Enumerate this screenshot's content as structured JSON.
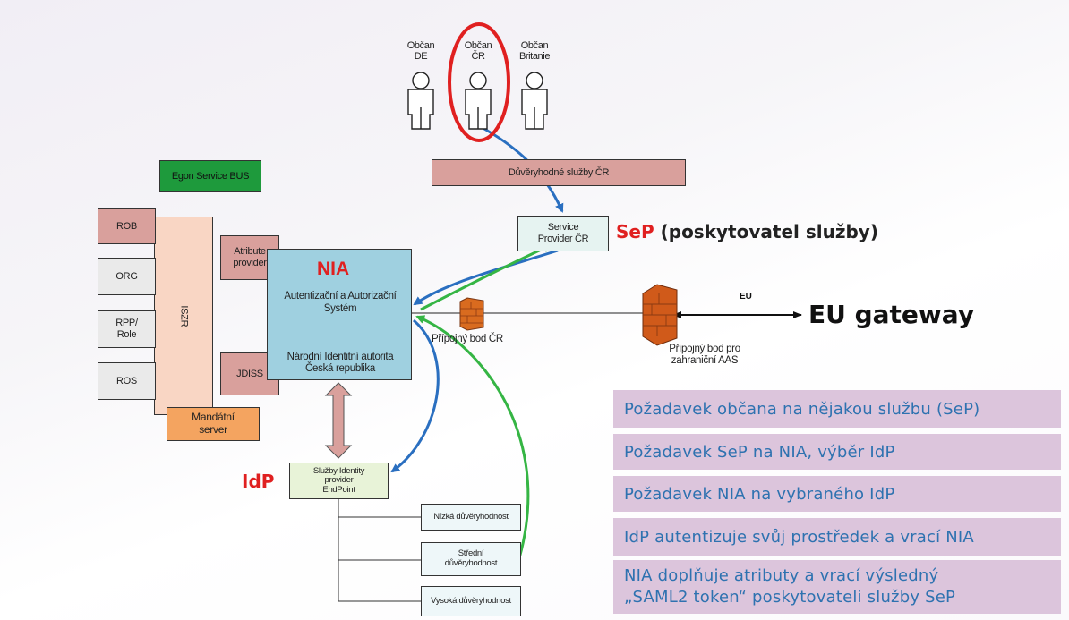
{
  "citizens": [
    {
      "label": "Občan\nDE"
    },
    {
      "label": "Občan\nČR"
    },
    {
      "label": "Občan\nBritanie"
    }
  ],
  "boxes": {
    "duveryhodne": "Důvěryhodné služby ČR",
    "service_provider": "Service\nProvider ČR",
    "egon": "Egon Service BUS",
    "rob": "ROB",
    "orn": "ORG",
    "rpp": "RPP/\nRole",
    "ros": "ROS",
    "iszr": "ISZR",
    "attribute_provider": "Atribute\nprovider",
    "jdiss": "JDISS",
    "mandatni": "Mandátní\nserver",
    "idp_endpoint": "Služby Identity\nprovider\nEndPoint",
    "nizka": "Nízká důvěryhodnost",
    "stredni": "Střední\ndůvěryhodnost",
    "vysoka": "Vysoká důvěryhodnost"
  },
  "nia": {
    "title": "NIA",
    "line1": "Autentizační a Autorizační\nSystém",
    "line2": "Národní Identitní autorita\nČeská republika"
  },
  "labels": {
    "sep_code": "SeP",
    "sep_desc": "(poskytovatel služby)",
    "idp": "IdP",
    "pripojny_cr": "Přípojný bod ČR",
    "pripojny_aas": "Přípojný bod pro\nzahraniční AAS",
    "eu": "EU",
    "eu_gateway": "EU gateway"
  },
  "steps": [
    "Požadavek občana na nějakou službu (SeP)",
    "Požadavek SeP na NIA, výběr IdP",
    "Požadavek NIA na vybraného IdP",
    "IdP autentizuje svůj prostředek a vrací NIA",
    "NIA doplňuje atributy a vrací výsledný\n„SAML2 token“ poskytovateli služby SeP"
  ],
  "colors": {
    "pink_box": "#d9a09c",
    "peach": "#f9d6c4",
    "green": "#1e9a3c",
    "light_blue": "#9fd0e0",
    "orange": "#f4a460",
    "idp_green": "#e8f3d8",
    "blue_arrow": "#2a6fc0",
    "green_arrow": "#35b544",
    "red": "#e02020",
    "step_bg": "#dcc5dc",
    "step_text": "#2e72b0"
  }
}
